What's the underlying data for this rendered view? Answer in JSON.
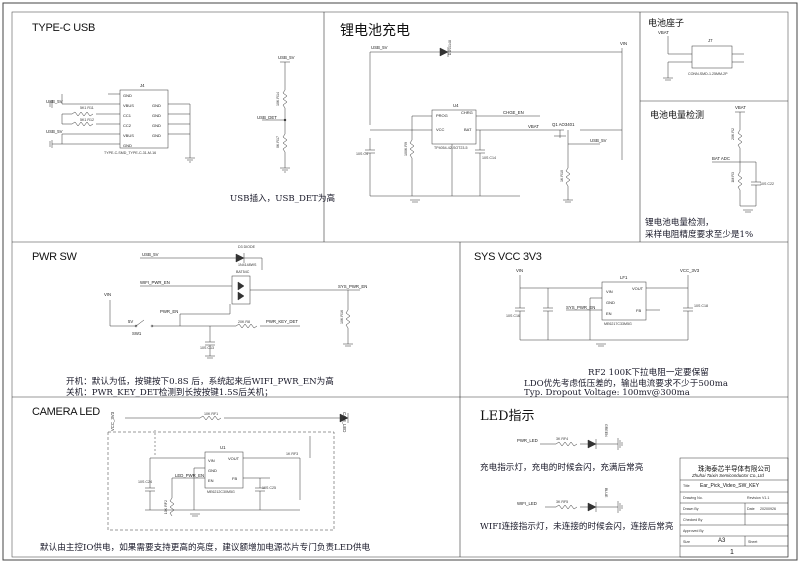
{
  "sections": {
    "typec": "TYPE-C USB",
    "charger": "锂电池充电",
    "batt_socket": "电池座子",
    "batt_detect": "电池电量检测",
    "pwr_sw": "PWR SW",
    "sysvcc": "SYS VCC 3V3",
    "camera_led": "CAMERA LED",
    "led_ind": "LED指示"
  },
  "notes": {
    "usb_det": "USB插入，USB_DET为高",
    "batt_detect_1": "锂电池电量检测，",
    "batt_detect_2": "采样电阻精度要求至少是1%",
    "pwr_1": "开机：默认为低，按键按下0.8S 后，系统起来后WIFI_PWR_EN为高",
    "pwr_2": "关机：PWR_KEY_DET检测到长按按键1.5S后关机；",
    "ldo_1": "RF2 100K下拉电阻一定要保留",
    "ldo_2": "LDO优先考虑低压差的，输出电流要求不少于500ma",
    "ldo_3": "Typ. Dropout Voltage: 100mv@300ma",
    "camled": "默认由主控IO供电，如果需要支持更高的亮度，建议额增加电源芯片专门负责LED供电",
    "led_chg": "充电指示灯，充电的时候会闪，充满后常亮",
    "led_wifi": "WIFI连接指示灯，未连接的时候会闪，连接后常亮"
  },
  "net_labels": {
    "usb5v": "USB_5V",
    "usb_det": "USB_DET",
    "vin": "VIN",
    "vbat": "VBAT",
    "chg_en": "CHGE_EN",
    "bat_adc": "BAT ADC",
    "wifi_pwr_en": "WIFI_PWR_EN",
    "pwr_en": "PWR_EN",
    "sys_pwr_en": "SYS_PWR_EN",
    "pwr_key_det": "PWR_KEY_DET",
    "vcc_3v3": "VCC_3V3",
    "led_pwr_en": "LED_PWR_EN",
    "pwr_led": "PWR_LED",
    "wifi_led": "WIFI_LED",
    "cam_led": "CAM_LED",
    "sw_1": "SW1",
    "key_5v": "5V"
  },
  "parts": {
    "j4": "J4",
    "j4_name": "TYPE-C-SMD_TYPE-C-31-M-16",
    "j4_pins_left": [
      "GND",
      "VBUS",
      "CC1",
      "CC2",
      "VBUS",
      "GND"
    ],
    "j4_pins_right": [
      "GND",
      "GND",
      "GND",
      "GND"
    ],
    "u4": "U4",
    "u4_name": "TP4054-42-SOT23-5",
    "u4_pins": [
      "PROG",
      "CHRG",
      "VCC",
      "BAT"
    ],
    "d_chg": "D1N4148",
    "q1": "Q1  AO3401",
    "j7": "J7",
    "j7_name": "CONN-SMD-1.25MM-2P",
    "d3": "D3  DIODE",
    "d3_sub": "1N4148WS",
    "q_bat": "BAT54C",
    "lfx": "LF1",
    "ldo_name": "ME6217C33M5G",
    "ldo_pins": [
      "VIN",
      "GND",
      "EN",
      "VOUT",
      "FB"
    ],
    "u_led": "U1",
    "u_led_name": "ME6212C30M5G",
    "u_led_pins": [
      "VIN",
      "GND",
      "EN",
      "VOUT",
      "FB"
    ],
    "green": "GREEN",
    "blue": "BLUE",
    "r_labels": [
      "10K  R14",
      "0K  R17",
      "5K1  R11",
      "5K1  R12",
      "100K  R9",
      "1K  R10",
      "10K  R16",
      "20K  R2",
      "1M  R3",
      "20K  R8",
      "10K  RF1",
      "1K  RF3",
      "10K  RF2",
      "3K  RF4",
      "3K  RF5"
    ],
    "c_labels": [
      "10S  C4",
      "10S  C14",
      "10S  C22",
      "10S  C13",
      "10S  C16",
      "10S  C18",
      "10S  C24",
      "10S  C25"
    ]
  },
  "title_block": {
    "company_cn": "珠海泰芯半导体有限公司",
    "company_en": "Zhuhai Taixin Semiconductor Co.,Ltd",
    "title_label": "Title",
    "title_value": "Ear_Pick_Video_SW_KEY",
    "drawing_no_label": "Drawing No.",
    "revision_label": "Revision",
    "revision_value": "V1.1",
    "drawn_by_label": "Drawn By",
    "date_label": "Date",
    "date_value": "20200926",
    "checked_by_label": "Checked By",
    "approved_by_label": "Approved By",
    "size_label": "Size",
    "size_value": "A3",
    "sheet_label": "Sheet",
    "page_number": "1"
  }
}
